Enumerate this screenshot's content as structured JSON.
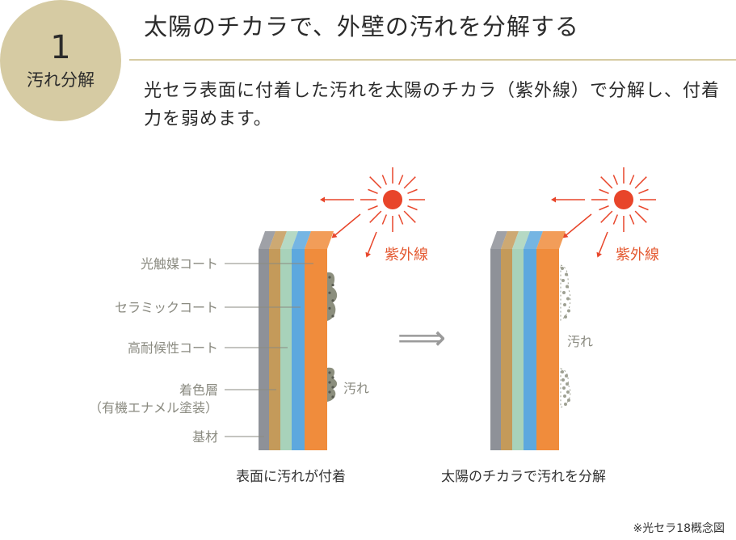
{
  "badge": {
    "number": "1",
    "label": "汚れ分解"
  },
  "title": "太陽のチカラで、外壁の汚れを分解する",
  "description": "光セラ表面に付着した汚れを太陽のチカラ（紫外線）で分解し、付着力を弱めます。",
  "layers": [
    {
      "label": "光触媒コート",
      "color": "#8e9198"
    },
    {
      "label": "セラミックコート",
      "color": "#c49a5a"
    },
    {
      "label": "高耐候性コート",
      "color": "#a8d2ba"
    },
    {
      "label": "着色層",
      "sublabel": "（有機エナメル塗装）",
      "color": "#5da8de"
    },
    {
      "label": "基材",
      "color": "#f08c3c"
    }
  ],
  "uv_label": "紫外線",
  "dirt_label": "汚れ",
  "panels": [
    {
      "caption": "表面に汚れが付着"
    },
    {
      "caption": "太陽のチカラで汚れを分解"
    }
  ],
  "arrow_glyph": "⟹",
  "footnote": "※光セラ18概念図",
  "colors": {
    "badge": "#d6cba3",
    "sun": "#e8452a",
    "uv_text": "#e45a32",
    "leader_text": "#8a8a80",
    "dirt": "#8c8f7e",
    "dirt_dots": "#585a50",
    "particles": "#9ea092"
  }
}
